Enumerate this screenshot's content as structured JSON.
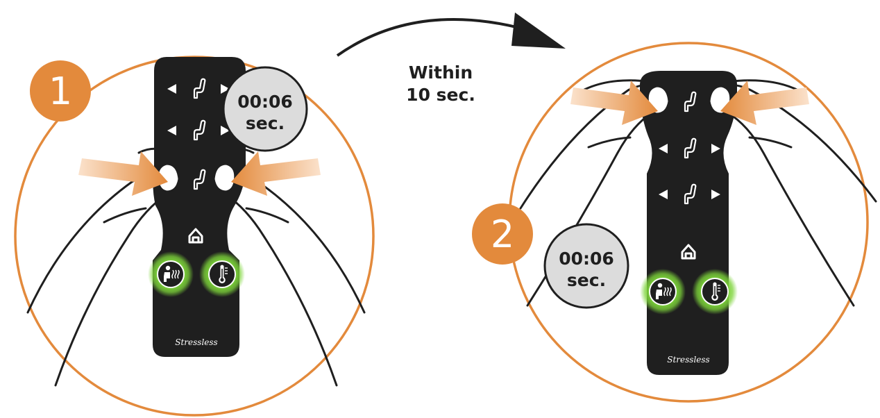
{
  "transition": {
    "label_line1": "Within",
    "label_line2": "10 sec."
  },
  "colors": {
    "orange": "#e38a3c",
    "remote": "#1f1f1f",
    "glow": "#7dd43a",
    "timer_fill": "#dcdcdc"
  },
  "panels": [
    {
      "step_number": "1",
      "timer_value": "00:06",
      "timer_unit": "sec.",
      "pressed_row": "recline",
      "remote": {
        "brand": "Stressless",
        "rows": [
          {
            "name": "legrest",
            "icon": "legrest-icon"
          },
          {
            "name": "backrest",
            "icon": "backrest-icon"
          },
          {
            "name": "recline",
            "icon": "recline-icon"
          }
        ],
        "home_icon": "home-icon",
        "comfort_buttons": [
          "massage-icon",
          "heat-icon"
        ]
      }
    },
    {
      "step_number": "2",
      "timer_value": "00:06",
      "timer_unit": "sec.",
      "pressed_row": "legrest",
      "remote": {
        "brand": "Stressless",
        "rows": [
          {
            "name": "legrest",
            "icon": "legrest-icon"
          },
          {
            "name": "backrest",
            "icon": "backrest-icon"
          },
          {
            "name": "recline",
            "icon": "recline-icon"
          }
        ],
        "home_icon": "home-icon",
        "comfort_buttons": [
          "massage-icon",
          "heat-icon"
        ]
      }
    }
  ]
}
